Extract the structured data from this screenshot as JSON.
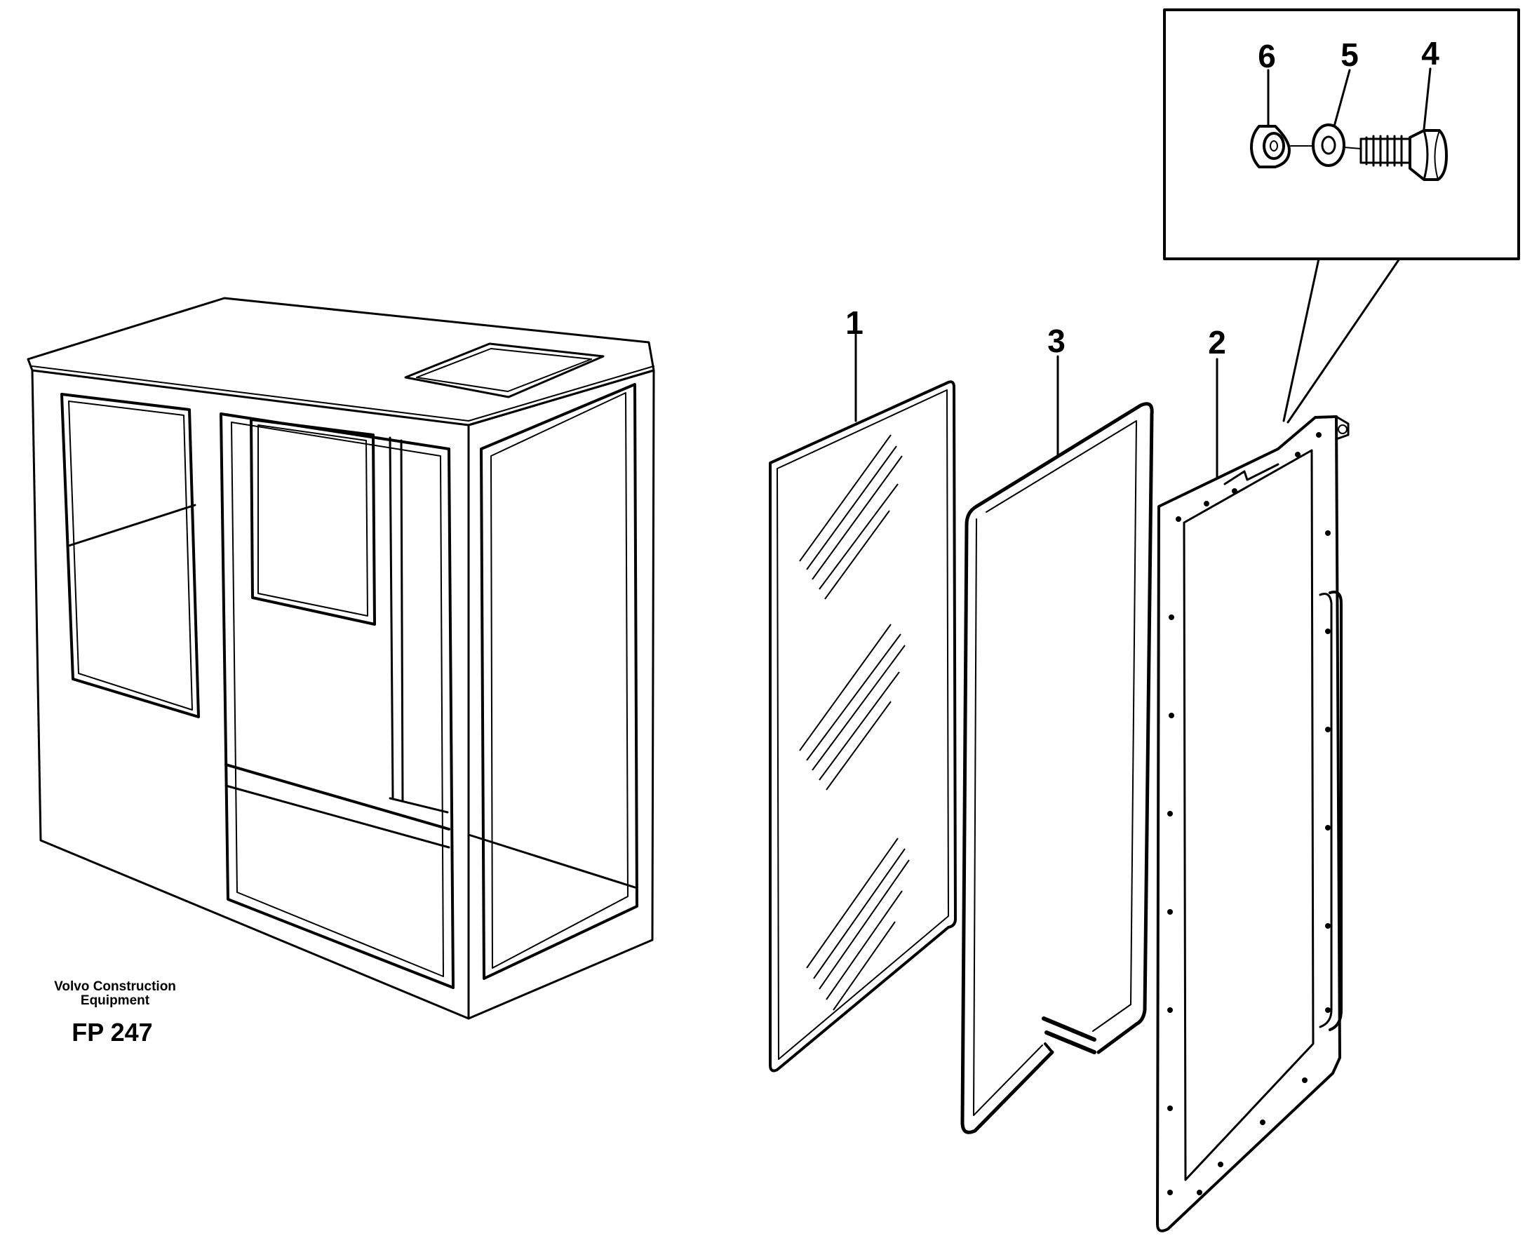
{
  "credit": {
    "line1": "Volvo Construction",
    "line2": "Equipment"
  },
  "figure_code": "FP 247",
  "callouts": [
    {
      "id": "1",
      "label": "1"
    },
    {
      "id": "2",
      "label": "2"
    },
    {
      "id": "3",
      "label": "3"
    },
    {
      "id": "4",
      "label": "4"
    },
    {
      "id": "5",
      "label": "5"
    },
    {
      "id": "6",
      "label": "6"
    }
  ]
}
